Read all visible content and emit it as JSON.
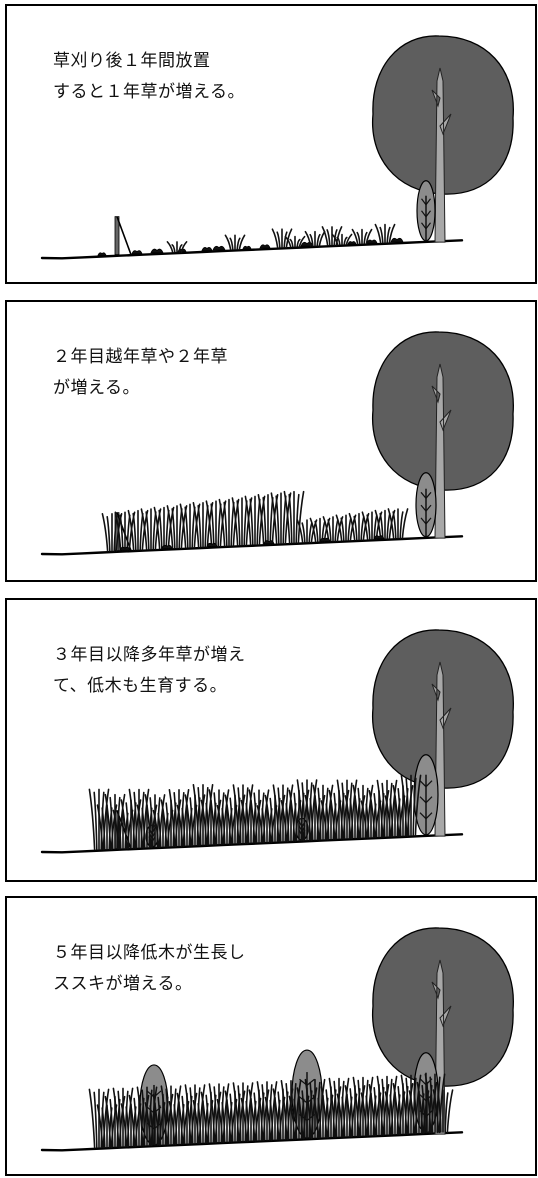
{
  "panels": [
    {
      "stage": 1,
      "caption": "草刈り後１年間放置\nすると１年草が増える。"
    },
    {
      "stage": 2,
      "caption": "２年目越年草や２年草\nが増える。"
    },
    {
      "stage": 3,
      "caption": "３年目以降多年草が増え\nて、低木も生育する。"
    },
    {
      "stage": 4,
      "caption": "５年目以降低木が生長し\nススキが増える。"
    }
  ],
  "colors": {
    "tree_canopy": "#5e5e5e",
    "tree_trunk": "#a8a8a8",
    "shrub": "#8c8c8c",
    "plants": "#111111"
  }
}
